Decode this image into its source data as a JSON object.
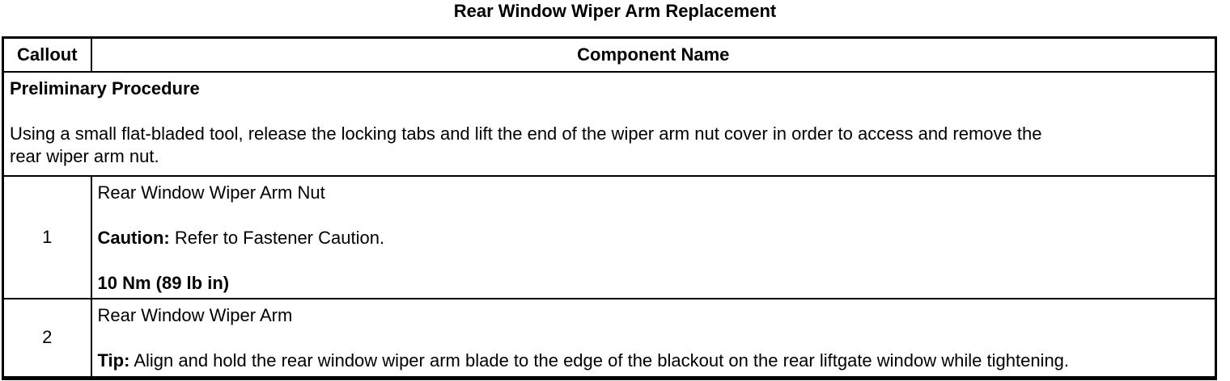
{
  "title": "Rear Window Wiper Arm Replacement",
  "table": {
    "headers": {
      "callout": "Callout",
      "component": "Component Name"
    },
    "preliminary": {
      "heading": "Preliminary Procedure",
      "lines": [
        "Using a small flat-bladed tool, release the locking tabs and lift the end of the wiper arm nut cover in order to access and remove the",
        "rear wiper arm nut."
      ]
    },
    "rows": [
      {
        "callout": "1",
        "component": "Rear Window Wiper Arm Nut",
        "note_label": "Caution:",
        "note_text": " Refer to Fastener Caution.",
        "torque": "10 Nm (89 lb in)"
      },
      {
        "callout": "2",
        "component": "Rear Window Wiper Arm",
        "note_label": "Tip:",
        "note_text": " Align and hold the rear window wiper arm blade to the edge of the blackout on the rear liftgate window while tightening."
      }
    ]
  }
}
